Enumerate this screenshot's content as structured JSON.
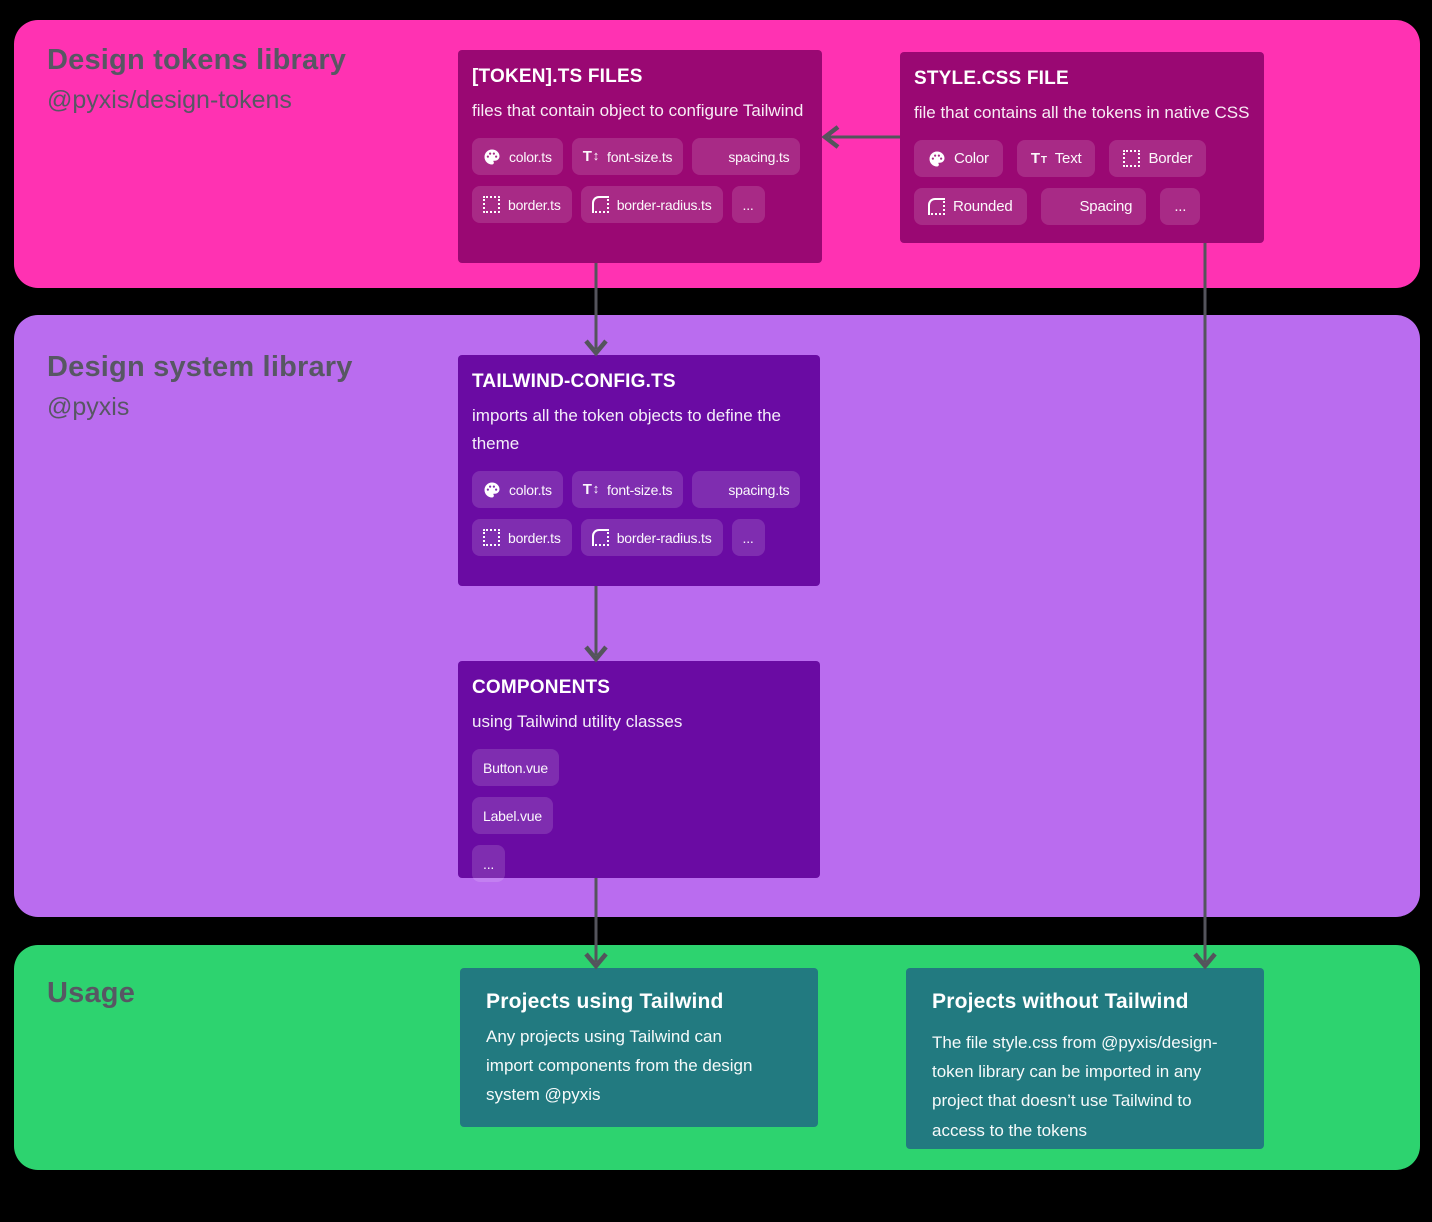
{
  "colors": {
    "background": "#000000",
    "band-pink": "#FF32B2",
    "band-purple": "#BA6CEF",
    "band-green": "#2DD36F",
    "card-magenta": "#9A0873",
    "card-purple": "#6A0BA3",
    "card-teal": "#227A80",
    "band-title": "#575763",
    "arrow": "#54545C",
    "chip-bg": "rgba(255,255,255,0.14)"
  },
  "bands": {
    "tokens": {
      "title": "Design tokens library",
      "subtitle": "@pyxis/design-tokens"
    },
    "system": {
      "title": "Design system library",
      "subtitle": "@pyxis"
    },
    "usage": {
      "title": "Usage"
    }
  },
  "cards": {
    "token_files": {
      "title": "[TOKEN].TS FILES",
      "description": "files that contain object to configure Tailwind",
      "chip_rows": [
        [
          {
            "icon": "palette-icon",
            "label": "color.ts"
          },
          {
            "icon": "font-size-icon",
            "label": "font-size.ts"
          },
          {
            "icon": "spacing-icon",
            "label": "spacing.ts"
          }
        ],
        [
          {
            "icon": "border-icon",
            "label": "border.ts"
          },
          {
            "icon": "border-radius-icon",
            "label": "border-radius.ts"
          },
          {
            "icon": null,
            "label": "..."
          }
        ]
      ]
    },
    "style_css": {
      "title": "STYLE.CSS FILE",
      "description": "file that contains all the tokens in native CSS",
      "chip_rows": [
        [
          {
            "icon": "palette-icon",
            "label": "Color"
          },
          {
            "icon": "text-icon",
            "label": "Text"
          },
          {
            "icon": "border-icon",
            "label": "Border"
          }
        ],
        [
          {
            "icon": "border-radius-icon",
            "label": "Rounded"
          },
          {
            "icon": "spacing-icon",
            "label": "Spacing"
          },
          {
            "icon": null,
            "label": "..."
          }
        ]
      ]
    },
    "tailwind_config": {
      "title": "TAILWIND-CONFIG.TS",
      "description": "imports all the token objects to define the theme",
      "chip_rows": [
        [
          {
            "icon": "palette-icon",
            "label": "color.ts"
          },
          {
            "icon": "font-size-icon",
            "label": "font-size.ts"
          },
          {
            "icon": "spacing-icon",
            "label": "spacing.ts"
          }
        ],
        [
          {
            "icon": "border-icon",
            "label": "border.ts"
          },
          {
            "icon": "border-radius-icon",
            "label": "border-radius.ts"
          },
          {
            "icon": null,
            "label": "..."
          }
        ]
      ]
    },
    "components": {
      "title": "COMPONENTS",
      "description": "using Tailwind utility classes",
      "chip_rows": [
        [
          {
            "icon": null,
            "label": "Button.vue"
          }
        ],
        [
          {
            "icon": null,
            "label": "Label.vue"
          }
        ],
        [
          {
            "icon": null,
            "label": "..."
          }
        ]
      ]
    },
    "projects_tailwind": {
      "title": "Projects using Tailwind",
      "description": "Any projects using Tailwind can import components from the design system @pyxis"
    },
    "projects_without": {
      "title": "Projects without Tailwind",
      "description": "The file style.css from @pyxis/design-token library can be imported in any project that doesn’t use Tailwind to access to the tokens"
    }
  }
}
